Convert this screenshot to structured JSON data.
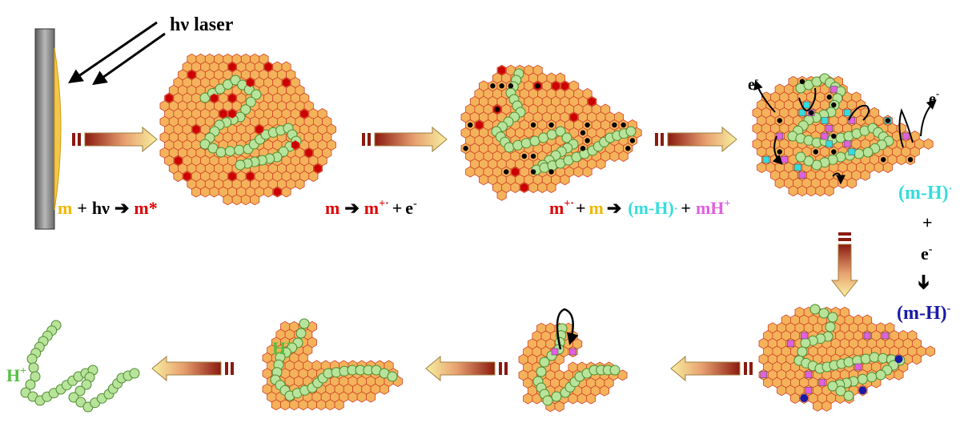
{
  "laser": {
    "label": "hν laser"
  },
  "equations": {
    "eq1": {
      "m": "m",
      "plus": "+",
      "hv": "hν",
      "arrow": "➔",
      "mstar": "m*"
    },
    "eq2": {
      "m": "m",
      "arrow": "➔",
      "mplus": "m",
      "mplus_sup": "+·",
      "plus": "+",
      "e": "e",
      "e_sup": "-"
    },
    "eq3": {
      "mplus": "m",
      "mplus_sup": "+·",
      "plus1": "+",
      "m": "m",
      "arrow": "➔",
      "mh": "(m-H)",
      "mh_sup": "·",
      "plus2": "+",
      "mhplus": "mH",
      "mhplus_sup": "+"
    },
    "side": {
      "mh": "(m-H)",
      "mh_sup": "·",
      "plus": "+",
      "e": "e",
      "e_sup": "-",
      "down_arrow": "➔",
      "mhminus": "(m-H)",
      "mhminus_sup": "-"
    }
  },
  "electrons": [
    {
      "text": "e",
      "sup": "-"
    },
    {
      "text": "e",
      "sup": "-"
    }
  ],
  "proton_labels": [
    {
      "text": "H",
      "sup": "+"
    },
    {
      "text": "H",
      "sup": "+"
    }
  ],
  "colors": {
    "matrix_fill": "#f4b35a",
    "matrix_stroke": "#d0402a",
    "chain_fill": "#b8e39a",
    "chain_stroke": "#4d8a30",
    "excited": "#cc0000",
    "radical": "#000000",
    "cyan_species": "#33dddd",
    "pink_species": "#e060e0",
    "blue_species": "#1a1aa8",
    "green_label": "#55c040",
    "yellow_text": "#f2b800",
    "red_text": "#e00000",
    "cyan_text": "#33dddd",
    "pink_text": "#e060e0",
    "blue_text": "#1a1aa8",
    "plate": "#888888"
  }
}
